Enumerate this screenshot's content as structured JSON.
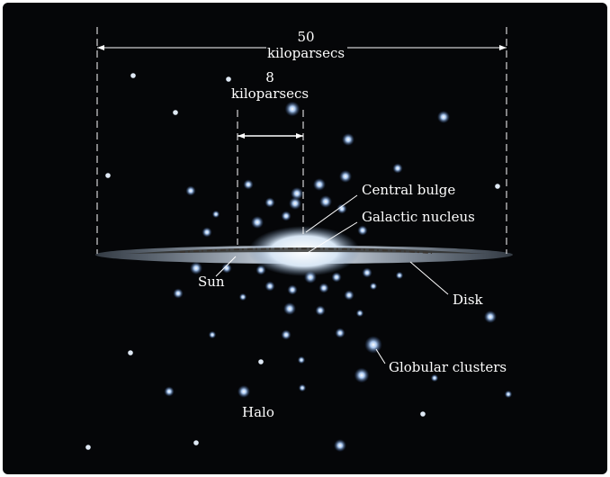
{
  "diagram": {
    "scale_outer": {
      "value": "50",
      "unit": "kiloparsecs"
    },
    "scale_inner": {
      "value": "8",
      "unit": "kiloparsecs"
    },
    "labels": {
      "central_bulge": "Central bulge",
      "galactic_nucleus": "Galactic nucleus",
      "sun": "Sun",
      "disk": "Disk",
      "globular_clusters": "Globular clusters",
      "halo": "Halo"
    },
    "colors": {
      "background": "#050608",
      "star": "#bcd8ff",
      "annotation": "#ffffff"
    }
  }
}
